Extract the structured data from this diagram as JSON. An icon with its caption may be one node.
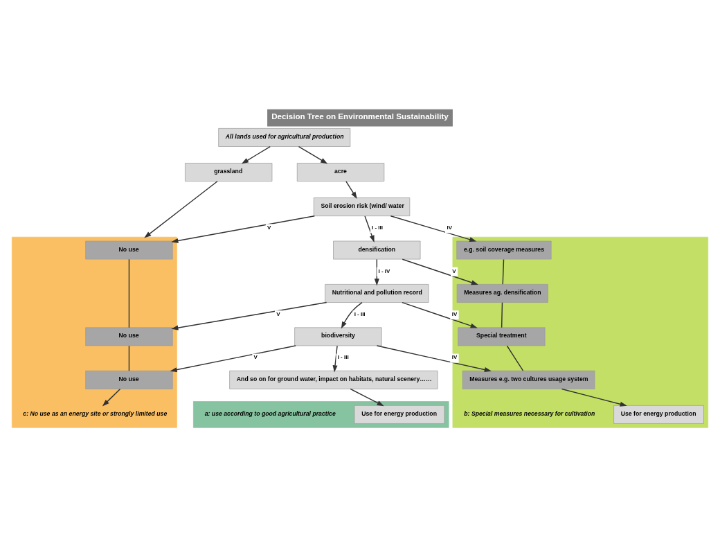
{
  "diagram": {
    "title": "Decision Tree on Environmental Sustainability",
    "nodes": [
      {
        "text": [
          "All lands used for agricultural production"
        ]
      },
      {
        "text": [
          "grassland"
        ]
      },
      {
        "text": [
          "acre"
        ]
      },
      {
        "text": [],
        "shape": "box"
      },
      {
        "text": [
          "No use"
        ],
        "in": 3
      },
      {
        "text": [
          "No use"
        ],
        "in": 3
      },
      {
        "text": [
          "No use"
        ],
        "in": 3
      },
      {
        "text": [
          "c: No use as an energy site or strongly limited use"
        ],
        "in": 3
      },
      {
        "text": [
          "Soil erosion risk (wind/ water"
        ]
      },
      {
        "text": [
          "densification"
        ]
      },
      {
        "text": [
          "Nutritional and pollution record"
        ]
      },
      {
        "text": [
          "biodiversity"
        ]
      },
      {
        "text": [
          "And so on for ground water, impact on habitats, natural scenery……"
        ]
      },
      {
        "text": [],
        "shape": "box"
      },
      {
        "text": [
          "Use for energy production"
        ],
        "in": 13
      },
      {
        "text": [
          "a: use according to good agricultural practice"
        ],
        "in": 13
      },
      {
        "text": [],
        "shape": "box"
      },
      {
        "text": [
          "e.g. soil coverage measures"
        ],
        "in": 16
      },
      {
        "text": [
          "Measures ag. densification"
        ],
        "in": 16
      },
      {
        "text": [
          "Special treatment"
        ],
        "in": 16
      },
      {
        "text": [
          "Measures e.g. two cultures usage system"
        ],
        "in": 16
      },
      {
        "text": [
          "Use for energy production"
        ],
        "in": 16
      },
      {
        "text": [
          "b: Special measures necessary for cultivation"
        ],
        "in": 16
      }
    ],
    "edges": [
      {
        "from": 0,
        "to": 1,
        "arrow": "to"
      },
      {
        "from": 0,
        "to": 2,
        "arrow": "to"
      },
      {
        "from": 1,
        "to": 3,
        "arrow": "to"
      },
      {
        "from": 2,
        "to": 8,
        "arrow": "to"
      },
      {
        "from": 8,
        "to": 4,
        "arrow": "to",
        "label": "V"
      },
      {
        "from": 8,
        "to": 9,
        "arrow": "to",
        "label": "I - III"
      },
      {
        "from": 8,
        "to": 17,
        "arrow": "to",
        "label": "IV"
      },
      {
        "from": 9,
        "to": 10,
        "arrow": "to",
        "label": "I - IV"
      },
      {
        "from": 9,
        "to": 18,
        "arrow": "to",
        "label": "V"
      },
      {
        "from": 10,
        "to": 5,
        "arrow": "to",
        "label": "V"
      },
      {
        "from": 10,
        "to": 11,
        "arrow": "to",
        "label": "I - III"
      },
      {
        "from": 10,
        "to": 19,
        "arrow": "to",
        "label": "IV"
      },
      {
        "from": 11,
        "to": 6,
        "arrow": "to",
        "label": "V"
      },
      {
        "from": 11,
        "to": 12,
        "arrow": "to",
        "label": "I - III"
      },
      {
        "from": 11,
        "to": 20,
        "arrow": "to",
        "label": "IV"
      },
      {
        "from": 12,
        "to": 14,
        "arrow": "to"
      },
      {
        "from": 4,
        "to": 5,
        "arrow": "none"
      },
      {
        "from": 5,
        "to": 6,
        "arrow": "none"
      },
      {
        "from": 6,
        "to": 7,
        "arrow": "to"
      },
      {
        "from": 17,
        "to": 18,
        "arrow": "none"
      },
      {
        "from": 18,
        "to": 19,
        "arrow": "none"
      },
      {
        "from": 19,
        "to": 20,
        "arrow": "none"
      },
      {
        "from": 20,
        "to": 21,
        "arrow": "to"
      }
    ]
  }
}
